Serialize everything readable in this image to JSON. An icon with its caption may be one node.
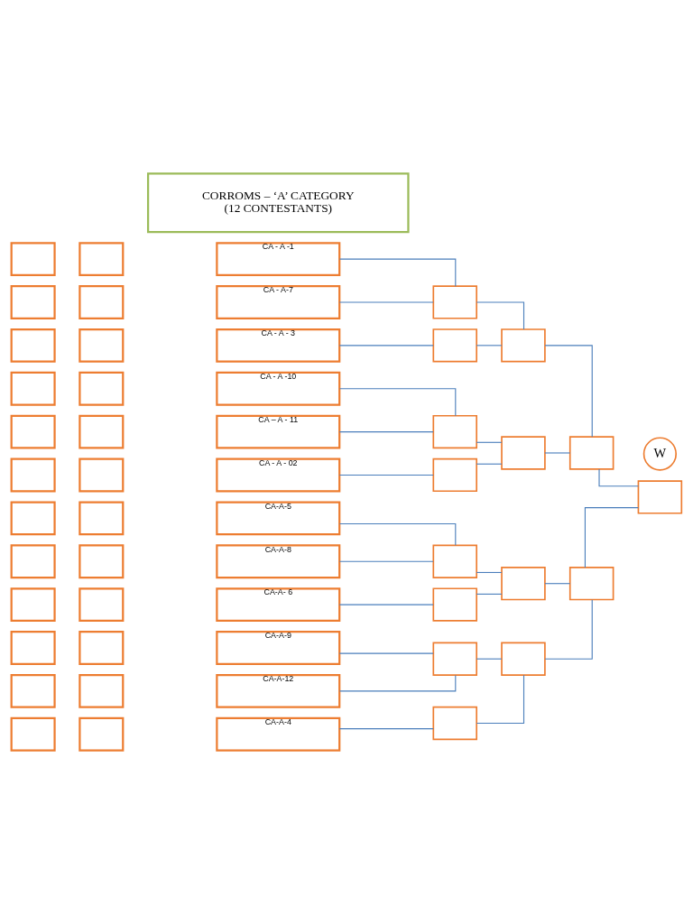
{
  "diagram": {
    "nodes": [
      {
        "text": [
          "CORROMS – ‘A’ CATEGORY",
          "(12 CONTESTANTS)"
        ]
      },
      {
        "text": [],
        "shape": "box"
      },
      {
        "text": [],
        "shape": "box"
      },
      {
        "text": [
          "CA - A -1"
        ]
      },
      {
        "text": [],
        "shape": "box"
      },
      {
        "text": [],
        "shape": "box"
      },
      {
        "text": [
          "CA - A-7"
        ]
      },
      {
        "text": [],
        "shape": "box"
      },
      {
        "text": [],
        "shape": "box"
      },
      {
        "text": [
          "CA - A - 3"
        ]
      },
      {
        "text": [],
        "shape": "box"
      },
      {
        "text": [],
        "shape": "box"
      },
      {
        "text": [
          "CA - A -10"
        ]
      },
      {
        "text": [],
        "shape": "box"
      },
      {
        "text": [],
        "shape": "box"
      },
      {
        "text": [
          "CA – A - 11"
        ]
      },
      {
        "text": [],
        "shape": "box"
      },
      {
        "text": [],
        "shape": "box"
      },
      {
        "text": [
          "CA - A - 02"
        ]
      },
      {
        "text": [],
        "shape": "box"
      },
      {
        "text": [],
        "shape": "box"
      },
      {
        "text": [
          "CA-A-5"
        ]
      },
      {
        "text": [],
        "shape": "box"
      },
      {
        "text": [],
        "shape": "box"
      },
      {
        "text": [
          "CA-A-8"
        ]
      },
      {
        "text": [],
        "shape": "box"
      },
      {
        "text": [],
        "shape": "box"
      },
      {
        "text": [
          "CA-A- 6"
        ]
      },
      {
        "text": [],
        "shape": "box"
      },
      {
        "text": [],
        "shape": "box"
      },
      {
        "text": [
          "CA-A-9"
        ]
      },
      {
        "text": [],
        "shape": "box"
      },
      {
        "text": [],
        "shape": "box"
      },
      {
        "text": [
          "CA-A-12"
        ]
      },
      {
        "text": [],
        "shape": "box"
      },
      {
        "text": [],
        "shape": "box"
      },
      {
        "text": [
          "CA-A-4"
        ]
      },
      {
        "text": [],
        "shape": "box"
      },
      {
        "text": [],
        "shape": "box"
      },
      {
        "text": [],
        "shape": "box"
      },
      {
        "text": [],
        "shape": "box"
      },
      {
        "text": [],
        "shape": "box"
      },
      {
        "text": [],
        "shape": "box"
      },
      {
        "text": [],
        "shape": "box"
      },
      {
        "text": [],
        "shape": "box"
      },
      {
        "text": [],
        "shape": "box"
      },
      {
        "text": [],
        "shape": "box"
      },
      {
        "text": [],
        "shape": "box"
      },
      {
        "text": [],
        "shape": "box"
      },
      {
        "text": [],
        "shape": "box"
      },
      {
        "text": [],
        "shape": "box"
      },
      {
        "text": [
          "W"
        ]
      },
      {
        "text": [],
        "shape": "box"
      }
    ],
    "edges": [
      {
        "from": 3,
        "to": 37,
        "arrow": "none"
      },
      {
        "from": 6,
        "to": 37,
        "arrow": "none"
      },
      {
        "from": 9,
        "to": 38,
        "arrow": "none"
      },
      {
        "from": 12,
        "to": 39,
        "arrow": "none"
      },
      {
        "from": 15,
        "to": 39,
        "arrow": "none"
      },
      {
        "from": 18,
        "to": 40,
        "arrow": "none"
      },
      {
        "from": 21,
        "to": 41,
        "arrow": "none"
      },
      {
        "from": 24,
        "to": 41,
        "arrow": "none"
      },
      {
        "from": 27,
        "to": 42,
        "arrow": "none"
      },
      {
        "from": 30,
        "to": 43,
        "arrow": "none"
      },
      {
        "from": 33,
        "to": 43,
        "arrow": "none"
      },
      {
        "from": 36,
        "to": 44,
        "arrow": "none"
      },
      {
        "from": 37,
        "to": 45,
        "arrow": "none"
      },
      {
        "from": 38,
        "to": 45,
        "arrow": "none"
      },
      {
        "from": 39,
        "to": 46,
        "arrow": "none"
      },
      {
        "from": 40,
        "to": 46,
        "arrow": "none"
      },
      {
        "from": 41,
        "to": 47,
        "arrow": "none"
      },
      {
        "from": 42,
        "to": 47,
        "arrow": "none"
      },
      {
        "from": 43,
        "to": 48,
        "arrow": "none"
      },
      {
        "from": 44,
        "to": 48,
        "arrow": "none"
      },
      {
        "from": 45,
        "to": 49,
        "arrow": "none"
      },
      {
        "from": 46,
        "to": 49,
        "arrow": "none"
      },
      {
        "from": 47,
        "to": 50,
        "arrow": "none"
      },
      {
        "from": 48,
        "to": 50,
        "arrow": "none"
      },
      {
        "from": 49,
        "to": 52,
        "arrow": "none"
      },
      {
        "from": 50,
        "to": 52,
        "arrow": "none"
      }
    ]
  }
}
